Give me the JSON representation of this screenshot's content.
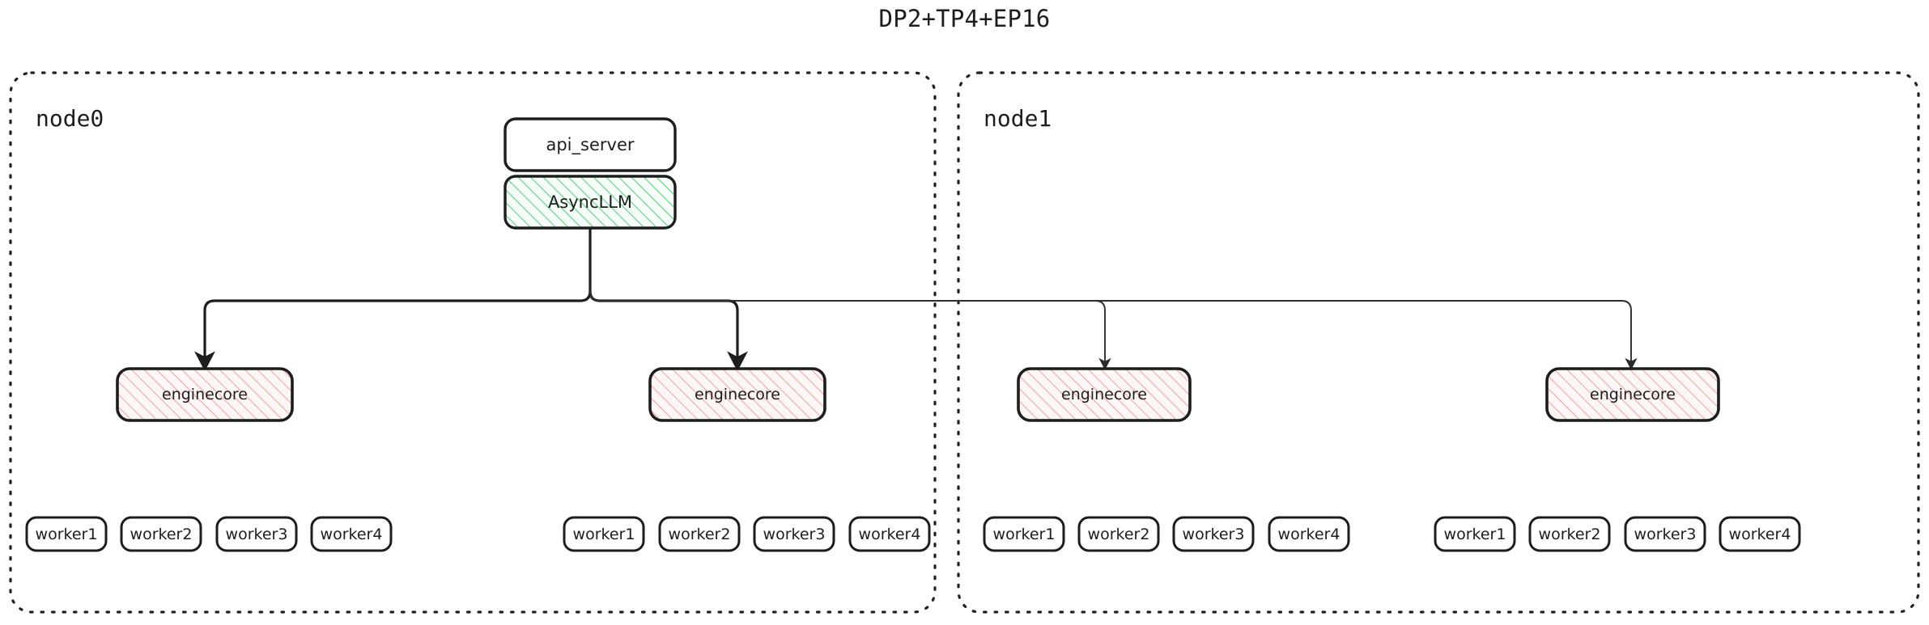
{
  "title": "DP2+TP4+EP16",
  "colors": {
    "stroke": "#1d1d1d",
    "background": "#ffffff",
    "asyncllm_hatch": "#63d68a",
    "asyncllm_fill": "#f4fbf6",
    "enginecore_hatch": "#f0a8a8",
    "enginecore_fill": "#fdf5f5",
    "boundary_stroke": "#222222"
  },
  "nodes": [
    {
      "id": "node0",
      "label": "node0",
      "top_boxes": [
        {
          "id": "api_server",
          "label": "api_server",
          "style": "plain"
        },
        {
          "id": "asyncllm",
          "label": "AsyncLLM",
          "style": "green-hatch"
        }
      ],
      "engines": [
        {
          "id": "node0-engine0",
          "label": "enginecore",
          "workers": [
            {
              "label": "worker1"
            },
            {
              "label": "worker2"
            },
            {
              "label": "worker3"
            },
            {
              "label": "worker4"
            }
          ]
        },
        {
          "id": "node0-engine1",
          "label": "enginecore",
          "workers": [
            {
              "label": "worker1"
            },
            {
              "label": "worker2"
            },
            {
              "label": "worker3"
            },
            {
              "label": "worker4"
            }
          ]
        }
      ]
    },
    {
      "id": "node1",
      "label": "node1",
      "top_boxes": [],
      "engines": [
        {
          "id": "node1-engine0",
          "label": "enginecore",
          "workers": [
            {
              "label": "worker1"
            },
            {
              "label": "worker2"
            },
            {
              "label": "worker3"
            },
            {
              "label": "worker4"
            }
          ]
        },
        {
          "id": "node1-engine1",
          "label": "enginecore",
          "workers": [
            {
              "label": "worker1"
            },
            {
              "label": "worker2"
            },
            {
              "label": "worker3"
            },
            {
              "label": "worker4"
            }
          ]
        }
      ]
    }
  ]
}
